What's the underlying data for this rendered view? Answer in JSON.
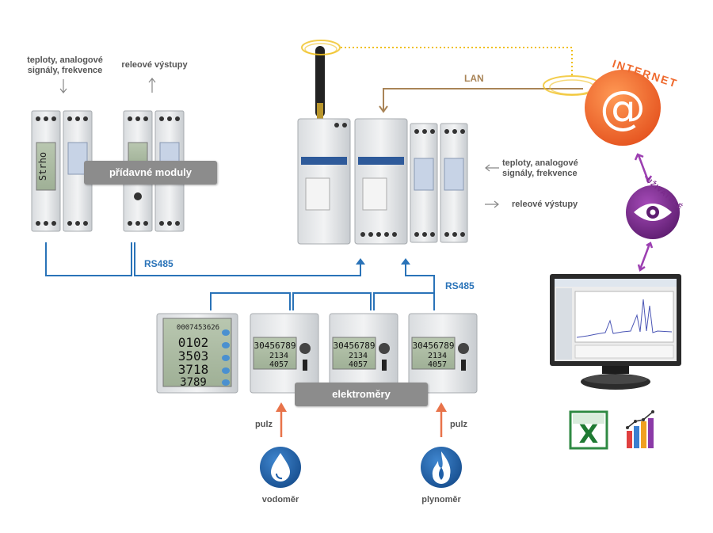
{
  "labels": {
    "inputs_left": "teploty, analogové\nsignály, frekvence",
    "relays_left": "releové výstupy",
    "inputs_right": "teploty, analogové\nsignály, frekvence",
    "relays_right": "releové výstupy",
    "modules": "přídavné moduly",
    "meters": "elektroměry",
    "rs485_top": "RS485",
    "rs485_right": "RS485",
    "lan": "LAN",
    "internet": "INTERNET",
    "users": "UŽIVATELÉ",
    "pulse_left": "pulz",
    "pulse_right": "pulz",
    "water_meter": "vodoměr",
    "gas_meter": "plynoměr"
  },
  "displays": {
    "big_meter": [
      "0102",
      "3503",
      "3718",
      "3789"
    ],
    "big_meter_top": "0007453626",
    "meter_line1": "30456789",
    "meter_line2": "2134",
    "meter_line3": "4057",
    "module_display": "Strho"
  },
  "icons": {
    "antenna": "antenna-icon",
    "at": "at-sign-icon",
    "eye": "eye-icon",
    "water": "water-drop-icon",
    "gas": "flame-icon",
    "excel": "excel-icon",
    "chart": "bar-chart-icon"
  },
  "colors": {
    "rs485_line": "#2a73b8",
    "lan_line": "#a98457",
    "internet": "#ef6a2e",
    "users": "#7b2a8c",
    "pulse_arrow": "#e8734a",
    "meter_icon": "#1f5fa8"
  }
}
